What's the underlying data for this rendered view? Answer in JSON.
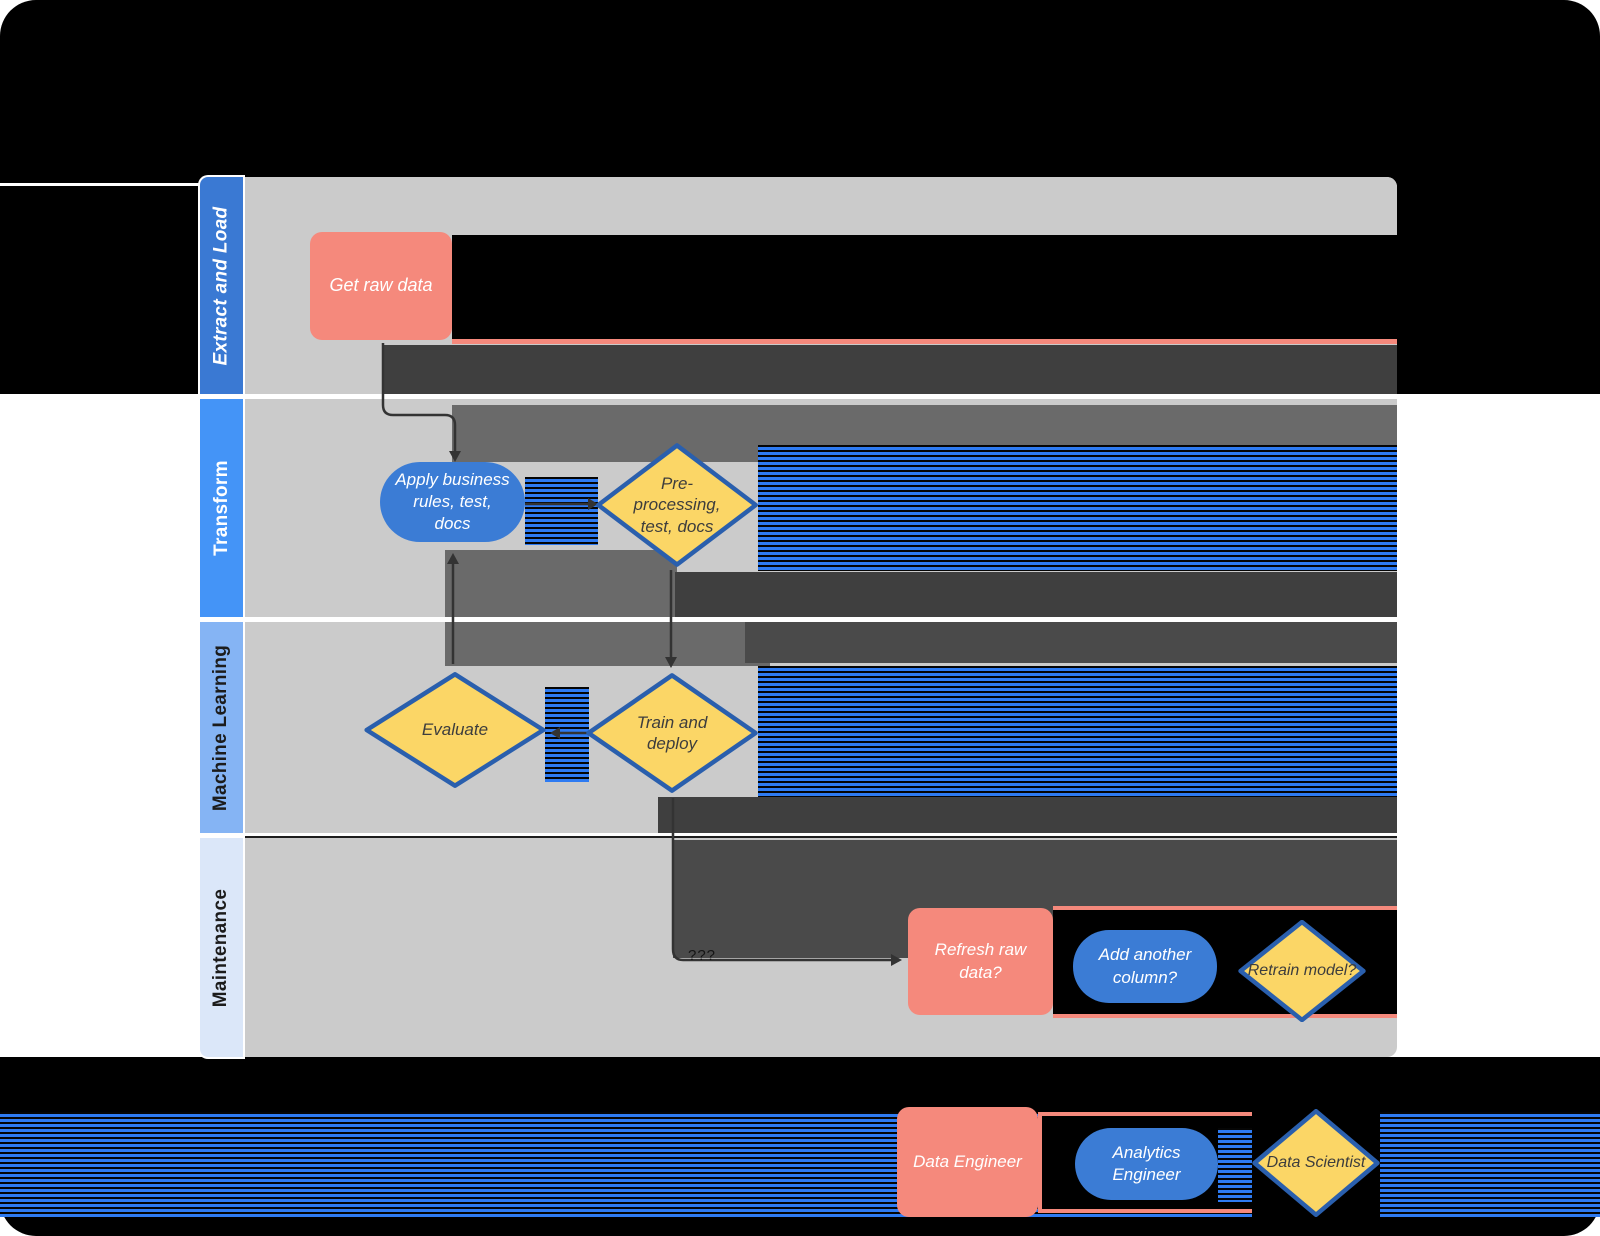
{
  "lanes": [
    {
      "label": "Extract and Load"
    },
    {
      "label": "Transform"
    },
    {
      "label": "Machine Learning"
    },
    {
      "label": "Maintenance"
    }
  ],
  "nodes": {
    "get_raw_data": {
      "label": "Get raw data"
    },
    "apply_rules": {
      "label": "Apply business rules, test, docs"
    },
    "preprocessing": {
      "label": "Pre-processing, test, docs"
    },
    "evaluate": {
      "label": "Evaluate"
    },
    "train_deploy": {
      "label": "Train and deploy"
    },
    "refresh_raw": {
      "label": "Refresh raw data?"
    },
    "add_column": {
      "label": "Add another column?"
    },
    "retrain": {
      "label": "Retrain model?"
    }
  },
  "edges": {
    "train_to_refresh_label": "???"
  },
  "legend": {
    "data_engineer": "Data Engineer",
    "analytics_engineer": "Analytics Engineer",
    "data_scientist": "Data Scientist"
  },
  "colors": {
    "salmon": "#f5897c",
    "shape_blue": "#3b7cd5",
    "yellow": "#fbd666",
    "diamond_border": "#2a5fad",
    "header1": "#3a79d3",
    "header2": "#4494f7",
    "header3": "#85b4f4",
    "header4": "#dbe7f9",
    "lane_gray": "#cbcbcb",
    "dark1": "#3f3f3f",
    "dark2": "#6a6a6a",
    "dark3": "#4a4a4a",
    "stripe_blue": "#2e7bf2",
    "arrow": "#333333"
  }
}
